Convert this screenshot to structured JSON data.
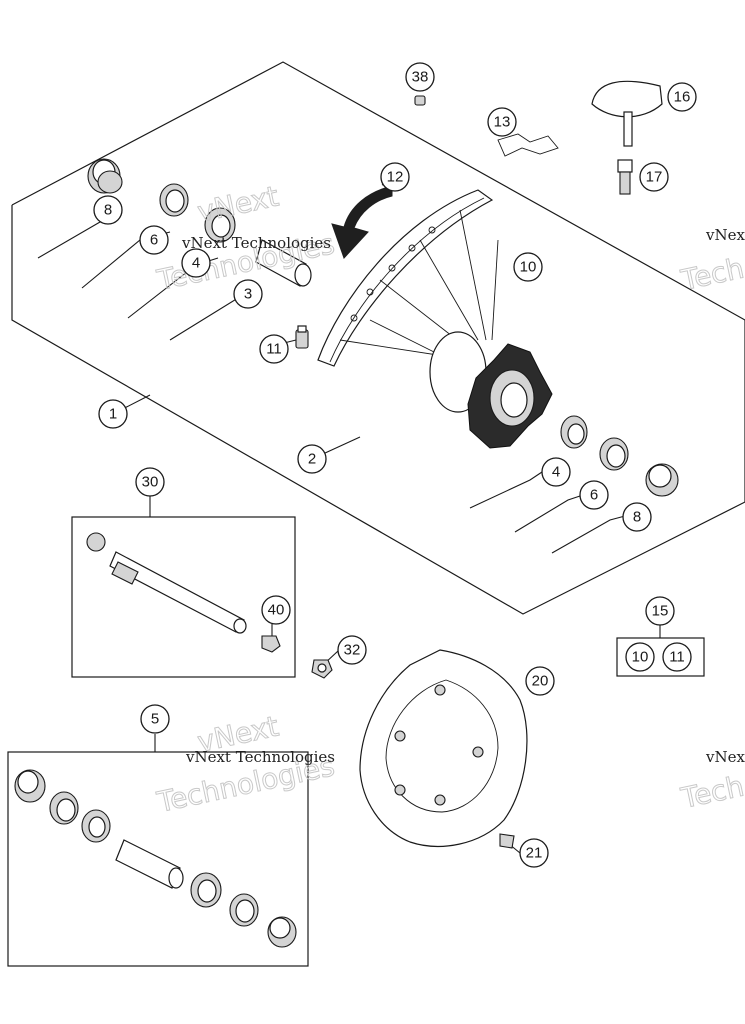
{
  "callouts": {
    "c38": "38",
    "c16": "16",
    "c13": "13",
    "c17": "17",
    "c12": "12",
    "c8a": "8",
    "c6a": "6",
    "c4a": "4",
    "c3": "3",
    "c10a": "10",
    "c11a": "11",
    "c1": "1",
    "c2": "2",
    "c4b": "4",
    "c6b": "6",
    "c8b": "8",
    "c30": "30",
    "c40": "40",
    "c32": "32",
    "c15": "15",
    "c10b": "10",
    "c11b": "11",
    "c20": "20",
    "c5": "5",
    "c21": "21"
  },
  "watermark": {
    "line1": "vNext Technologies",
    "big1": "vNext",
    "big2": "Technologies",
    "edge1": "vNex",
    "edge2": "Tech"
  },
  "colors": {
    "line": "#1a1a1a",
    "watermark": "#c9c9c9",
    "hub": "#2b2b2b"
  }
}
